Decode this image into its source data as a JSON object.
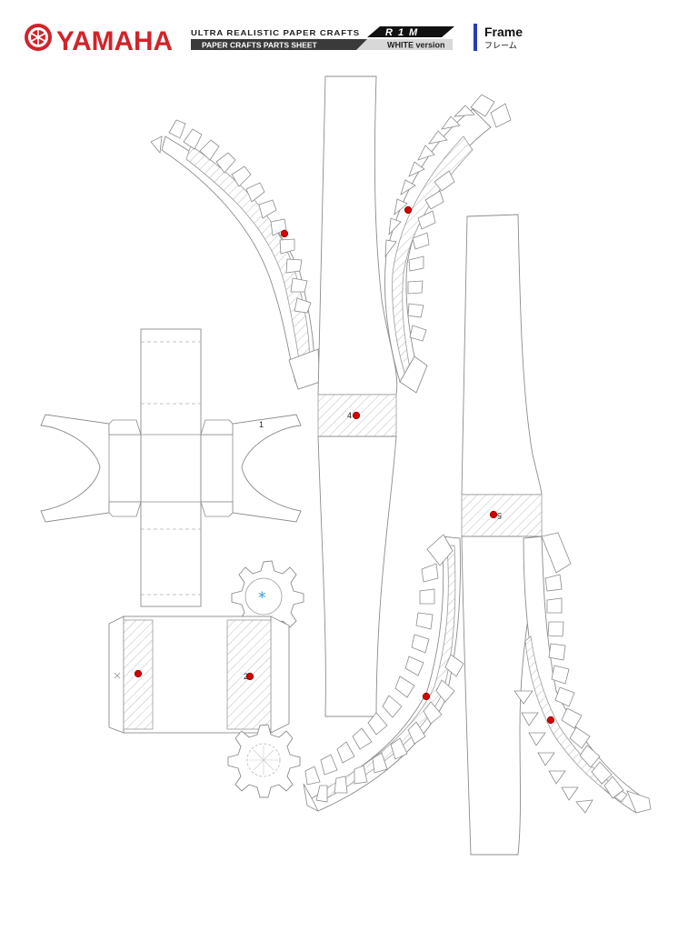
{
  "header": {
    "brand": "YAMAHA",
    "series_title": "ULTRA REALISTIC PAPER CRAFTS",
    "model_logo": "R1M",
    "subtitle": "PAPER CRAFTS  PARTS SHEET",
    "version": "WHITE version",
    "section_title": "Frame",
    "section_title_jp": "フレーム"
  },
  "colors": {
    "brand_red": "#d2232a",
    "accent_blue": "#2a3cb3",
    "marker_red": "#d40000",
    "glue_mark_blue": "#2a9be6"
  },
  "parts": {
    "label_1": "1",
    "label_2": "2",
    "label_4": "4",
    "label_5": "5",
    "center_mark": "*"
  }
}
